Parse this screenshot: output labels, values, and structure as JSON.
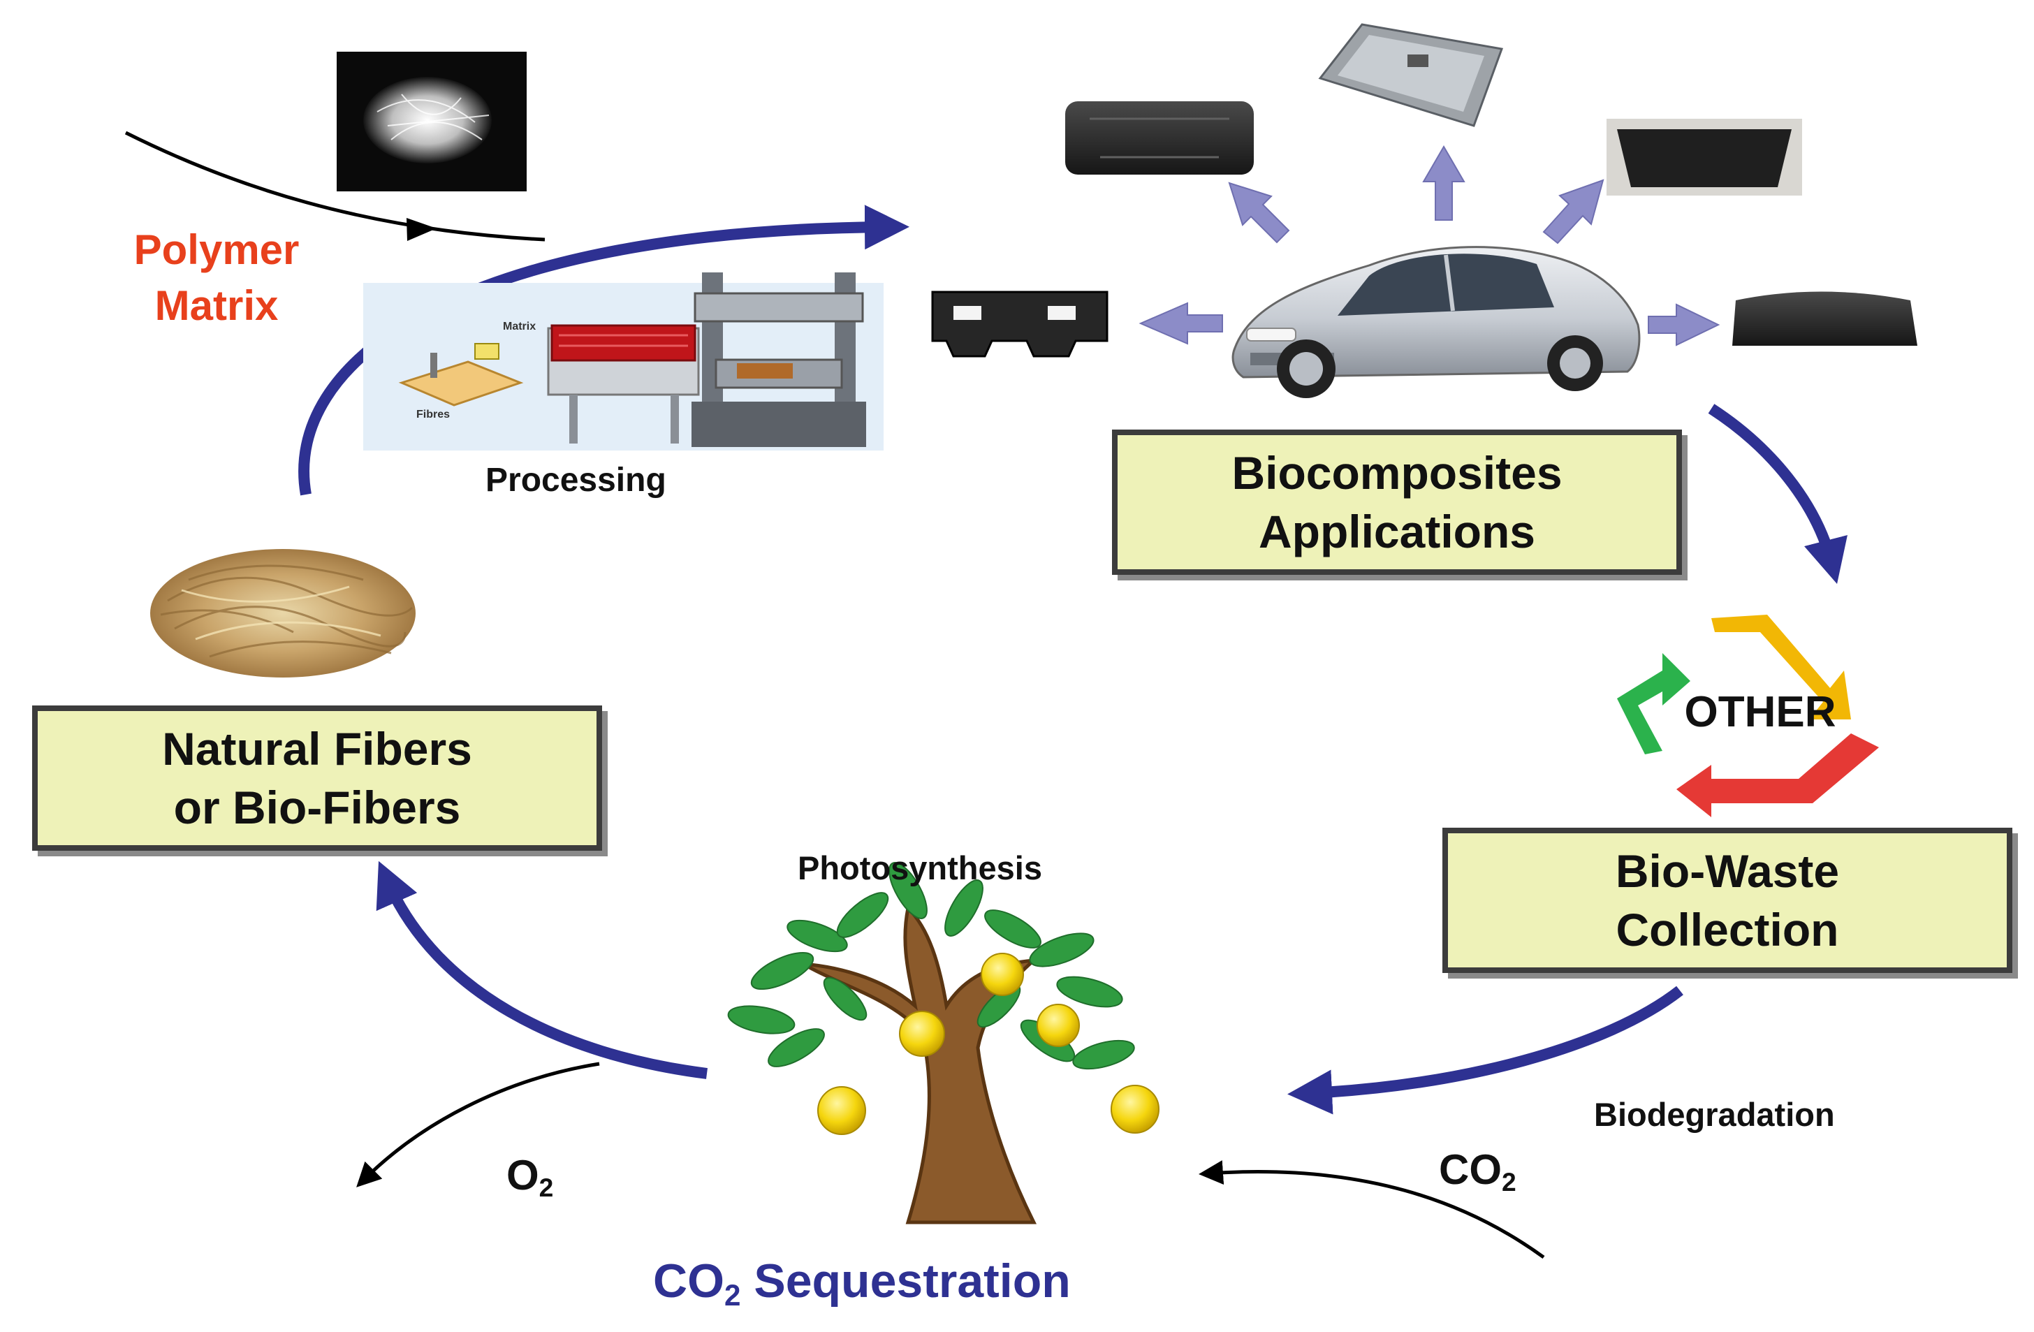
{
  "labels": {
    "polymer_matrix_line1": "Polymer",
    "polymer_matrix_line2": "Matrix",
    "processing": "Processing",
    "photosynthesis": "Photosynthesis",
    "biodegradation": "Biodegradation",
    "o2_main": "O",
    "o2_sub": "2",
    "co2_main": "CO",
    "co2_sub": "2",
    "sequestration_co": "CO",
    "sequestration_sub": "2",
    "sequestration_rest": " Sequestration",
    "press_matrix": "Matrix",
    "press_fibres": "Fibres",
    "recycle_code": "OTHER"
  },
  "boxes": {
    "biocomposites_line1": "Biocomposites",
    "biocomposites_line2": "Applications",
    "natural_line1": "Natural Fibers",
    "natural_line2": "or Bio-Fibers",
    "biowaste_line1": "Bio-Waste",
    "biowaste_line2": "Collection"
  },
  "colors": {
    "cycle_arrow": "#2e3192",
    "part_arrow": "#8c8cc8",
    "polymer_text": "#e8401c",
    "box_fill": "#eef2b8",
    "sequestration_text": "#2e3192",
    "recycle_green": "#2bb24c",
    "recycle_yellow": "#f2b705",
    "recycle_red": "#e53935"
  },
  "icons": [
    "polymer-fiber-photo",
    "compression-press-illustration",
    "natural-fiber-bundle-photo",
    "car-photo",
    "car-part-photo",
    "recycle-other-icon",
    "fruit-tree-illustration"
  ]
}
